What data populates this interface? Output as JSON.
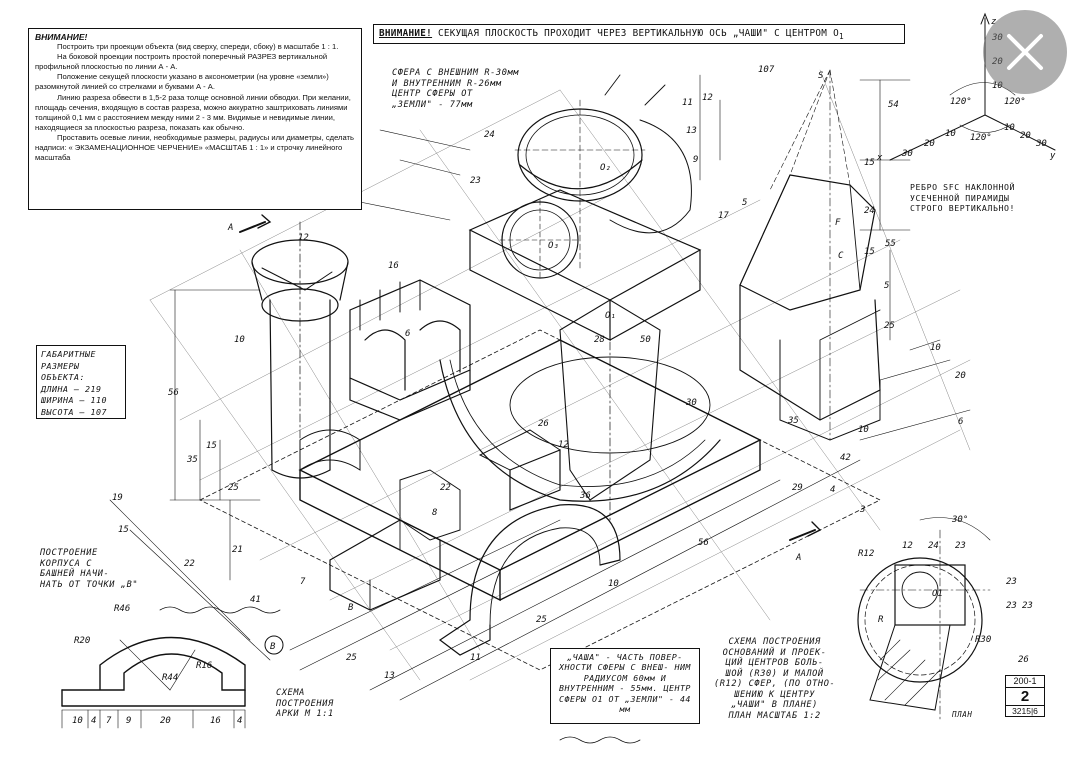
{
  "assignment": {
    "heading": "ВНИМАНИЕ!",
    "lines": [
      "Построить три проекции объекта (вид сверху, спереди, сбоку) в масштабе 1 : 1.",
      "На боковой проекции построить простой поперечный РАЗРЕЗ вертикальной профильной плоскостью по линии А - А.",
      "Положение секущей плоскости указано в аксонометрии (на уровне «земли») разомкнутой линией со стрелками и буквами А - А.",
      "Линию разреза обвести в 1,5-2 раза толще основной линии обводки. При желании, площадь сечения, входящую в состав разреза, можно аккуратно заштриховать линиями толщиной 0,1 мм с расстоянием между ними 2 - 3 мм. Видимые и невидимые линии, находящиеся за плоскостью разреза, показать как обычно.",
      "Проставить осевые линии, необходимые размеры, радиусы или диаметры, сделать надписи: « ЭКЗАМЕНАЦИОННОЕ ЧЕРЧЕНИЕ» «МАСШТАБ 1 : 1» и строчку линейного масштаба"
    ]
  },
  "warning": {
    "label": "ВНИМАНИЕ!",
    "text": "СЕКУЩАЯ ПЛОСКОСТЬ ПРОХОДИТ ЧЕРЕЗ ВЕРТИКАЛЬНУЮ ОСЬ „ЧАШИ\" С ЦЕНТРОМ O",
    "subscript": "1"
  },
  "sphere_note": "СФЕРА С ВНЕШНИМ R-30мм\nИ ВНУТРЕННИМ R-26мм\nЦЕНТР СФЕРЫ ОТ\n„ЗЕМЛИ\" - 77мм",
  "rib_note": "РЕБРО SFC НАКЛОННОЙ\nУСЕЧЕННОЙ ПИРАМИДЫ\nСТРОГО ВЕРТИКАЛЬНО!",
  "overall": {
    "title": "ГАБАРИТНЫЕ РАЗМЕРЫ ОБЪЕКТА:",
    "length": "ДЛИНА — 219",
    "width": "ШИРИНА — 110",
    "height": "ВЫСОТА — 107"
  },
  "tower_note": "ПОСТРОЕНИЕ\nКОРПУСА С\nБАШНЕЙ НАЧИ-\nНАТЬ ОТ ТОЧКИ „B\"",
  "bowl_note": "„ЧАША\" - ЧАСТЬ ПОВЕР-\nХНОСТИ СФЕРЫ С ВНЕШ-\nНИМ РАДИУСОМ 60мм И\nВНУТРЕННИМ - 55мм.\nЦЕНТР СФЕРЫ O1 ОТ\n„ЗЕМЛИ\" - 44 мм",
  "construction_note": "СХЕМА ПОСТРОЕНИЯ\nОСНОВАНИЙ И ПРОЕК-\nЦИЙ ЦЕНТРОВ БОЛЬ-\nШОЙ (R30) И МАЛОЙ\n(R12) СФЕР, (ПО ОТНО-\nШЕНИЮ К ЦЕНТРУ\n„ЧАШИ\" В ПЛАНЕ)\nПЛАН МАСШТАБ 1:2",
  "arch_note": "СХЕМА\nПОСТРОЕНИЯ\nАРКИ М 1:1",
  "plan_label": "ПЛАН",
  "stamp": {
    "top": "200-1",
    "number": "2",
    "bottom": "3215|6"
  },
  "labels": {
    "sectionA": "А",
    "pointB": "B",
    "o1": "O₁",
    "o2": "O₂",
    "o3": "O₃",
    "s": "S",
    "f": "F",
    "c": "C",
    "num107": "107"
  },
  "dims": {
    "d24": "24",
    "d23": "23",
    "d12": "12",
    "d11": "11",
    "d9": "9",
    "d13": "13",
    "d17": "17",
    "d5": "5",
    "d54": "54",
    "d15": "15",
    "d55": "55",
    "d10": "10",
    "d20": "20",
    "d35": "35",
    "d30": "30",
    "d25": "25",
    "d16": "16",
    "d21": "21",
    "d56": "56",
    "d19": "19",
    "d22": "22",
    "d50": "50",
    "d26": "26",
    "d28": "28",
    "d36": "36",
    "d8": "8",
    "d7": "7",
    "d6": "6",
    "d4": "4",
    "d41": "41",
    "d42": "42",
    "d29": "29",
    "d3": "3"
  },
  "arch_dims": [
    "10",
    "4",
    "7",
    "9",
    "20",
    "16",
    "4"
  ],
  "arch_radii": [
    "R46",
    "R20",
    "R44",
    "R16"
  ],
  "plan_dims": [
    "12",
    "24",
    "23",
    "23",
    "23",
    "23",
    "26",
    "R12",
    "R30",
    "30°",
    "O1",
    "R"
  ],
  "axes": {
    "z": "z",
    "x": "x",
    "y": "y",
    "z_ticks": [
      "10",
      "20",
      "30"
    ],
    "x_ticks": [
      "10",
      "20",
      "30"
    ],
    "y_ticks": [
      "10",
      "20",
      "30"
    ],
    "angles": [
      "120°",
      "120°",
      "120°"
    ]
  },
  "colors": {
    "ink": "#111111",
    "paper": "#ffffff"
  }
}
